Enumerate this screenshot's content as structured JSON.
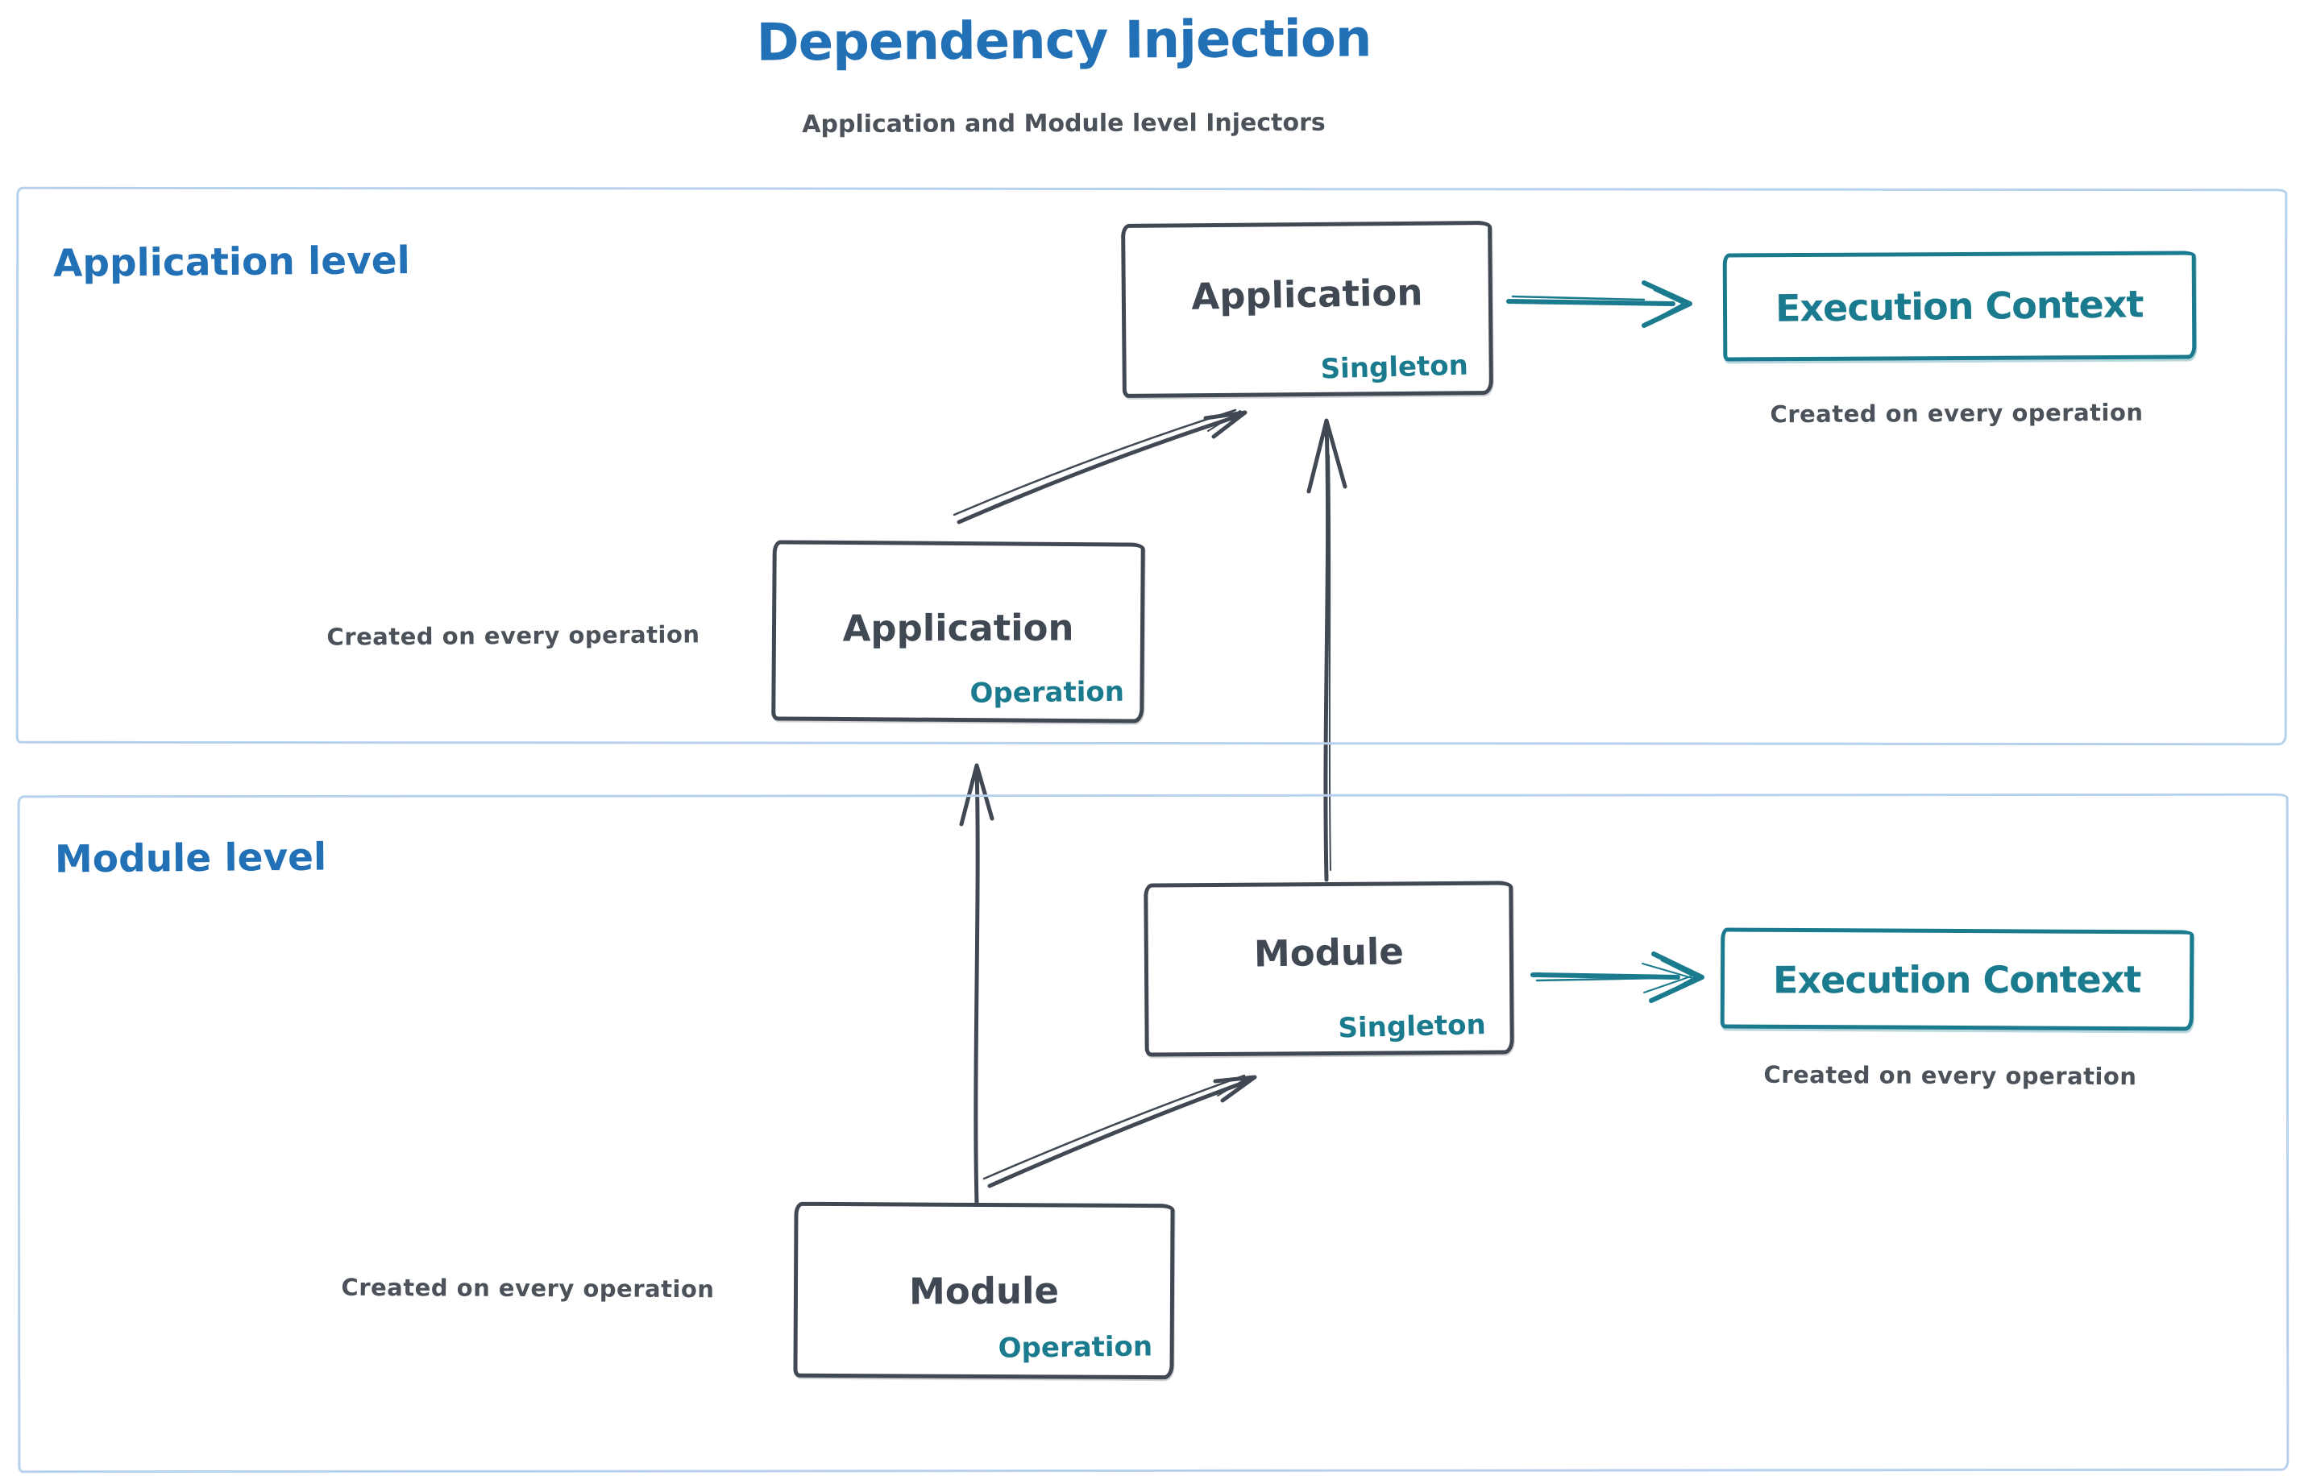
{
  "page": {
    "title": "Dependency Injection",
    "subtitle": "Application and Module level Injectors"
  },
  "colors": {
    "title_blue": "#2270b5",
    "ink_dark": "#404853",
    "teal": "#1b7b8e",
    "note_gray": "#4b525a",
    "section_border_blue": "#b7d0ed",
    "background": "#ffffff"
  },
  "sections": [
    {
      "label": "Application level",
      "singleton_box": {
        "name": "Application",
        "scope": "Singleton"
      },
      "operation_box": {
        "name": "Application",
        "scope": "Operation"
      },
      "operation_note": "Created on every operation",
      "execution_box": {
        "label": "Execution Context"
      },
      "execution_note": "Created on every operation"
    },
    {
      "label": "Module level",
      "singleton_box": {
        "name": "Module",
        "scope": "Singleton"
      },
      "operation_box": {
        "name": "Module",
        "scope": "Operation"
      },
      "operation_note": "Created on every operation",
      "execution_box": {
        "label": "Execution Context"
      },
      "execution_note": "Created on every operation"
    }
  ],
  "arrows": [
    {
      "from": "Application Operation box",
      "to": "Application Singleton box"
    },
    {
      "from": "Application Singleton box",
      "to": "Execution Context (application level)"
    },
    {
      "from": "Module Operation box",
      "to": "Application Operation box"
    },
    {
      "from": "Module Operation box",
      "to": "Module Singleton box"
    },
    {
      "from": "Module Singleton box",
      "to": "Application Singleton box"
    },
    {
      "from": "Module Singleton box",
      "to": "Execution Context (module level)"
    }
  ]
}
